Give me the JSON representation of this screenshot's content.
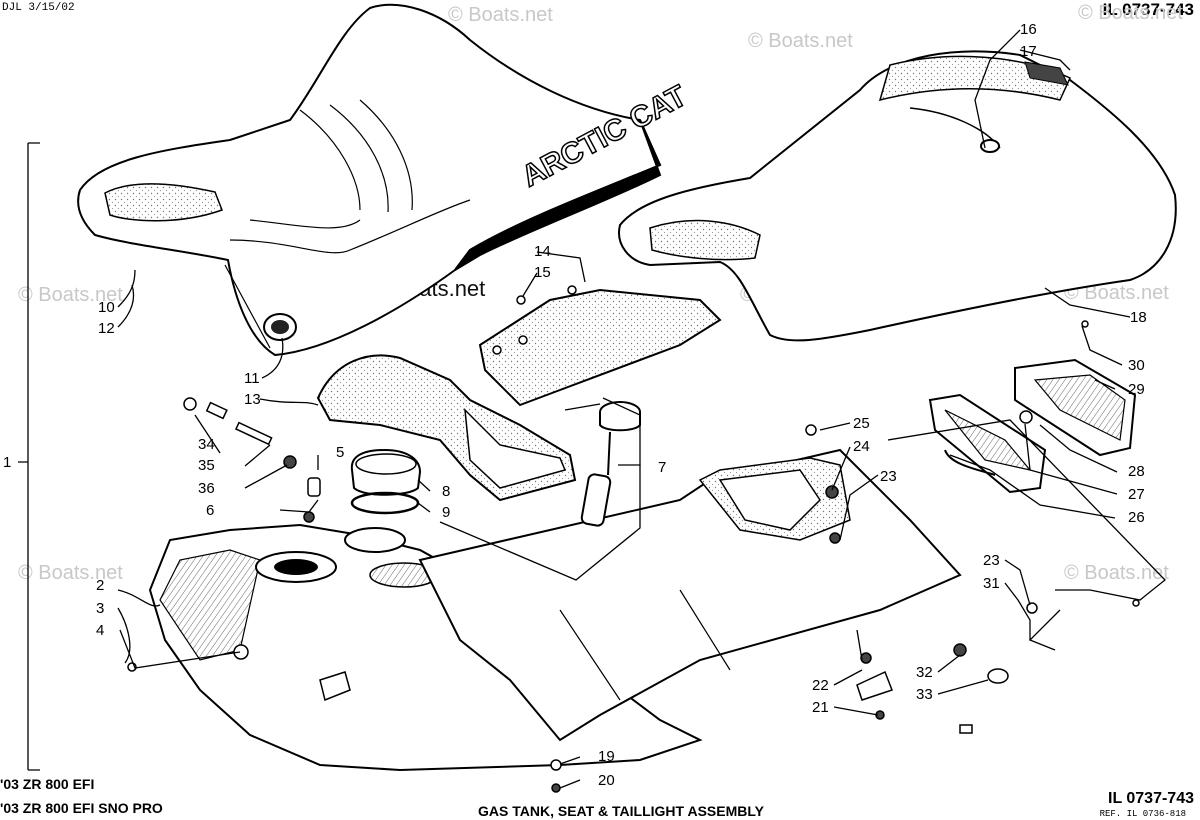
{
  "header": {
    "date_code": "DJL 3/15/02",
    "illustration_id_top": "IL 0737-743"
  },
  "watermark": {
    "text": "© Boats.net",
    "center_text": "© Boats.net"
  },
  "footer": {
    "models": [
      "'03 ZR 800 EFI",
      "'03 ZR 800 EFI SNO PRO"
    ],
    "title": "GAS TANK, SEAT & TAILLIGHT ASSEMBLY",
    "illustration_id_bottom": "IL 0737-743",
    "ref": "REF. IL 0736-818"
  },
  "seat_logo": "ARCTIC CAT",
  "callouts": [
    {
      "id": "1",
      "label": "1"
    },
    {
      "id": "2",
      "label": "2"
    },
    {
      "id": "3",
      "label": "3"
    },
    {
      "id": "4",
      "label": "4"
    },
    {
      "id": "5",
      "label": "5"
    },
    {
      "id": "6",
      "label": "6"
    },
    {
      "id": "7",
      "label": "7"
    },
    {
      "id": "8",
      "label": "8"
    },
    {
      "id": "9",
      "label": "9"
    },
    {
      "id": "10",
      "label": "10"
    },
    {
      "id": "11",
      "label": "11"
    },
    {
      "id": "12",
      "label": "12"
    },
    {
      "id": "13",
      "label": "13"
    },
    {
      "id": "14",
      "label": "14"
    },
    {
      "id": "15",
      "label": "15"
    },
    {
      "id": "16",
      "label": "16"
    },
    {
      "id": "17",
      "label": "17"
    },
    {
      "id": "18",
      "label": "18"
    },
    {
      "id": "19",
      "label": "19"
    },
    {
      "id": "20",
      "label": "20"
    },
    {
      "id": "21",
      "label": "21"
    },
    {
      "id": "22",
      "label": "22"
    },
    {
      "id": "23a",
      "label": "23"
    },
    {
      "id": "23b",
      "label": "23"
    },
    {
      "id": "24",
      "label": "24"
    },
    {
      "id": "25",
      "label": "25"
    },
    {
      "id": "26",
      "label": "26"
    },
    {
      "id": "27",
      "label": "27"
    },
    {
      "id": "28",
      "label": "28"
    },
    {
      "id": "29",
      "label": "29"
    },
    {
      "id": "30",
      "label": "30"
    },
    {
      "id": "31",
      "label": "31"
    },
    {
      "id": "32",
      "label": "32"
    },
    {
      "id": "33",
      "label": "33"
    },
    {
      "id": "34",
      "label": "34"
    },
    {
      "id": "35",
      "label": "35"
    },
    {
      "id": "36",
      "label": "36"
    }
  ]
}
